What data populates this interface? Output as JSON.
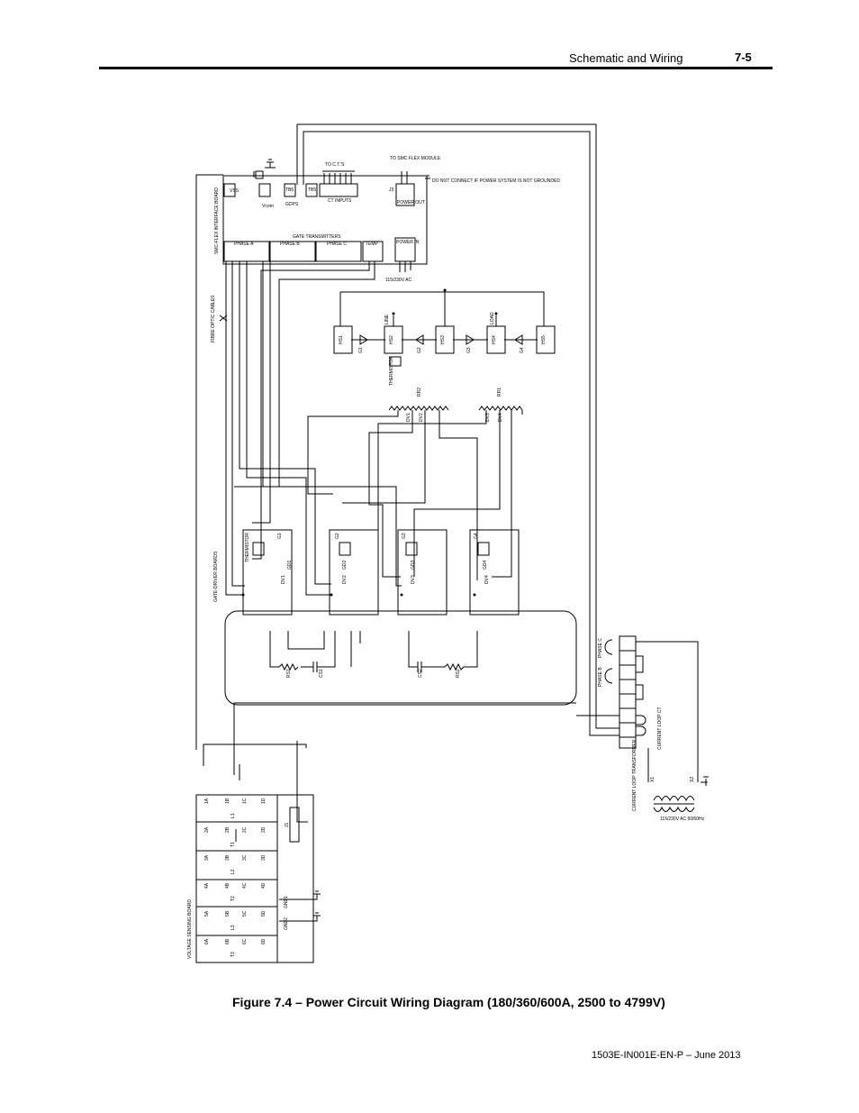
{
  "header": {
    "title": "Schematic and Wiring",
    "page_number": "7-5"
  },
  "caption": "Figure 7.4 – Power Circuit Wiring Diagram  (180/360/600A, 2500 to 4799V)",
  "footer": "1503E-IN001E-EN-P – June 2013",
  "labels": {
    "to_cts": "TO C.T.'S",
    "to_smc_flex_module": "TO SMC FLEX MODULE",
    "do_not_connect": "DO NOT CONNECT IF POWER SYSTEM IS NOT GROUNDED",
    "ct_inputs": "CT INPUTS",
    "power_out": "POWER OUT",
    "power_in": "POWER IN",
    "gate_transmitters": "GATE TRANSMITTERS",
    "phase_a": "PHASE A",
    "phase_b": "PHASE B",
    "phase_c": "PHASE C",
    "temp": "TEMP",
    "ac_115_230": "115/230V AC",
    "interface_board": "SMC-FLEX INTERFACE BOARD",
    "fibre_optic": "FIBRE OPTIC CABLES",
    "gate_driver_boards": "GATE-DRIVER BOARDS",
    "voltage_sensing_board": "VOLTAGE SENSING BOARD",
    "line": "LINE",
    "load": "LOAD",
    "thermistor": "THERMISTOR",
    "rr1": "RR1",
    "rr2": "RR2",
    "phase_c_ct": "PHASE C",
    "phase_b_ct": "PHASE B",
    "current_loop_ct": "CURRENT LOOP CT",
    "current_loop_transformer": "CURRENT LOOP TRANSFORMER",
    "transformer_supply": "115/230V AC 50/60Hz",
    "vss": "VSS",
    "vcom": "Vcom",
    "gdps": "GDPS",
    "tb6": "TB6",
    "tb5": "TB5",
    "j3": "J3",
    "j1": "J1",
    "gnd1": "GND1",
    "gnd2": "GND2",
    "rs1": "RS1",
    "rs2": "RS2",
    "cs1": "CS1",
    "cs2": "CS2",
    "x1": "X1",
    "x2": "X2"
  },
  "heatsinks": [
    "HS1",
    "HS2",
    "HS3",
    "HS4",
    "HS5"
  ],
  "gate_driver_labels": [
    "GD1",
    "GD2",
    "GD3",
    "GD4"
  ],
  "gate_signals": [
    "G1",
    "G2",
    "G3",
    "G4"
  ],
  "dv_labels": [
    "DV1",
    "DV2",
    "DV3",
    "DV4"
  ],
  "vsb_rows": [
    [
      "1A",
      "1B",
      "1C",
      "1D"
    ],
    [
      "2A",
      "2B",
      "2C",
      "2D"
    ],
    [
      "3A",
      "3B",
      "3C",
      "3D"
    ],
    [
      "4A",
      "4B",
      "4C",
      "4D"
    ],
    [
      "5A",
      "5B",
      "5C",
      "5D"
    ],
    [
      "6A",
      "6B",
      "6C",
      "6D"
    ]
  ],
  "vsb_line_labels": [
    "L1",
    "T1",
    "L2",
    "T2",
    "L3",
    "T3"
  ]
}
